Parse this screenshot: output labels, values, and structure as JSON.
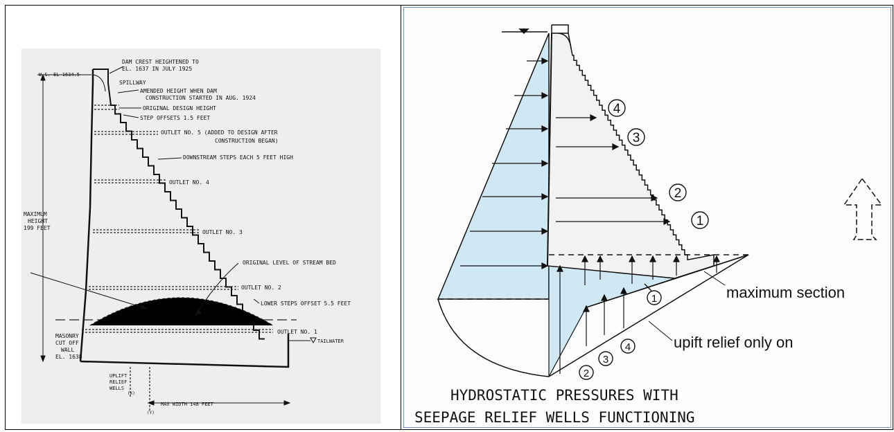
{
  "left": {
    "ws_label": "W.S. EL 1634.5",
    "crest": "DAM CREST HEIGHTENED TO",
    "crest2": "EL. 1637 IN JULY 1925",
    "spillway": "SPILLWAY",
    "amended": "AMENDED HEIGHT WHEN DAM",
    "amended2": "CONSTRUCTION STARTED IN AUG. 1924",
    "original_design": "ORIGINAL DESIGN HEIGHT",
    "step_offsets": "STEP OFFSETS 1.5 FEET",
    "outlet5": "OUTLET NO. 5  (ADDED TO DESIGN AFTER",
    "outlet5b": "CONSTRUCTION BEGAN)",
    "downstream_steps": "DOWNSTREAM STEPS EACH 5 FEET HIGH",
    "outlet4": "OUTLET NO. 4",
    "max_height_1": "MAXIMUM",
    "max_height_2": "HEIGHT",
    "max_height_3": "199 FEET",
    "outlet3": "OUTLET NO. 3",
    "stream_bed": "ORIGINAL LEVEL OF STREAM BED",
    "outlet2": "OUTLET NO. 2",
    "lower_steps": "LOWER STEPS OFFSET 5.5 FEET",
    "outlet1": "OUTLET NO. 1",
    "tailwater": "TAILWATER",
    "masonry_1": "MASONRY",
    "masonry_2": "CUT OFF",
    "masonry_3": "WALL",
    "masonry_4": "EL. 1638",
    "uplift_1": "UPLIFT",
    "uplift_2": "RELIEF",
    "uplift_3": "WELLS",
    "well_x": "(X)",
    "well_y": "(Y)",
    "max_width": "MAX WIDTH 148 FEET"
  },
  "right": {
    "label_4": "4",
    "label_3": "3",
    "label_2": "2",
    "label_1": "1",
    "label_1b": "1",
    "label_2b": "2",
    "label_3b": "3",
    "label_4b": "4",
    "max_section": "maximum section",
    "uplift_relief": "upift relief only on",
    "caption_1": "HYDROSTATIC PRESSURES WITH",
    "caption_2": "SEEPAGE RELIEF WELLS FUNCTIONING"
  },
  "colors": {
    "water_fill": "#cfe8f3",
    "dam_fill": "#f2f2f2",
    "panel_border": "#6a8fc7"
  }
}
